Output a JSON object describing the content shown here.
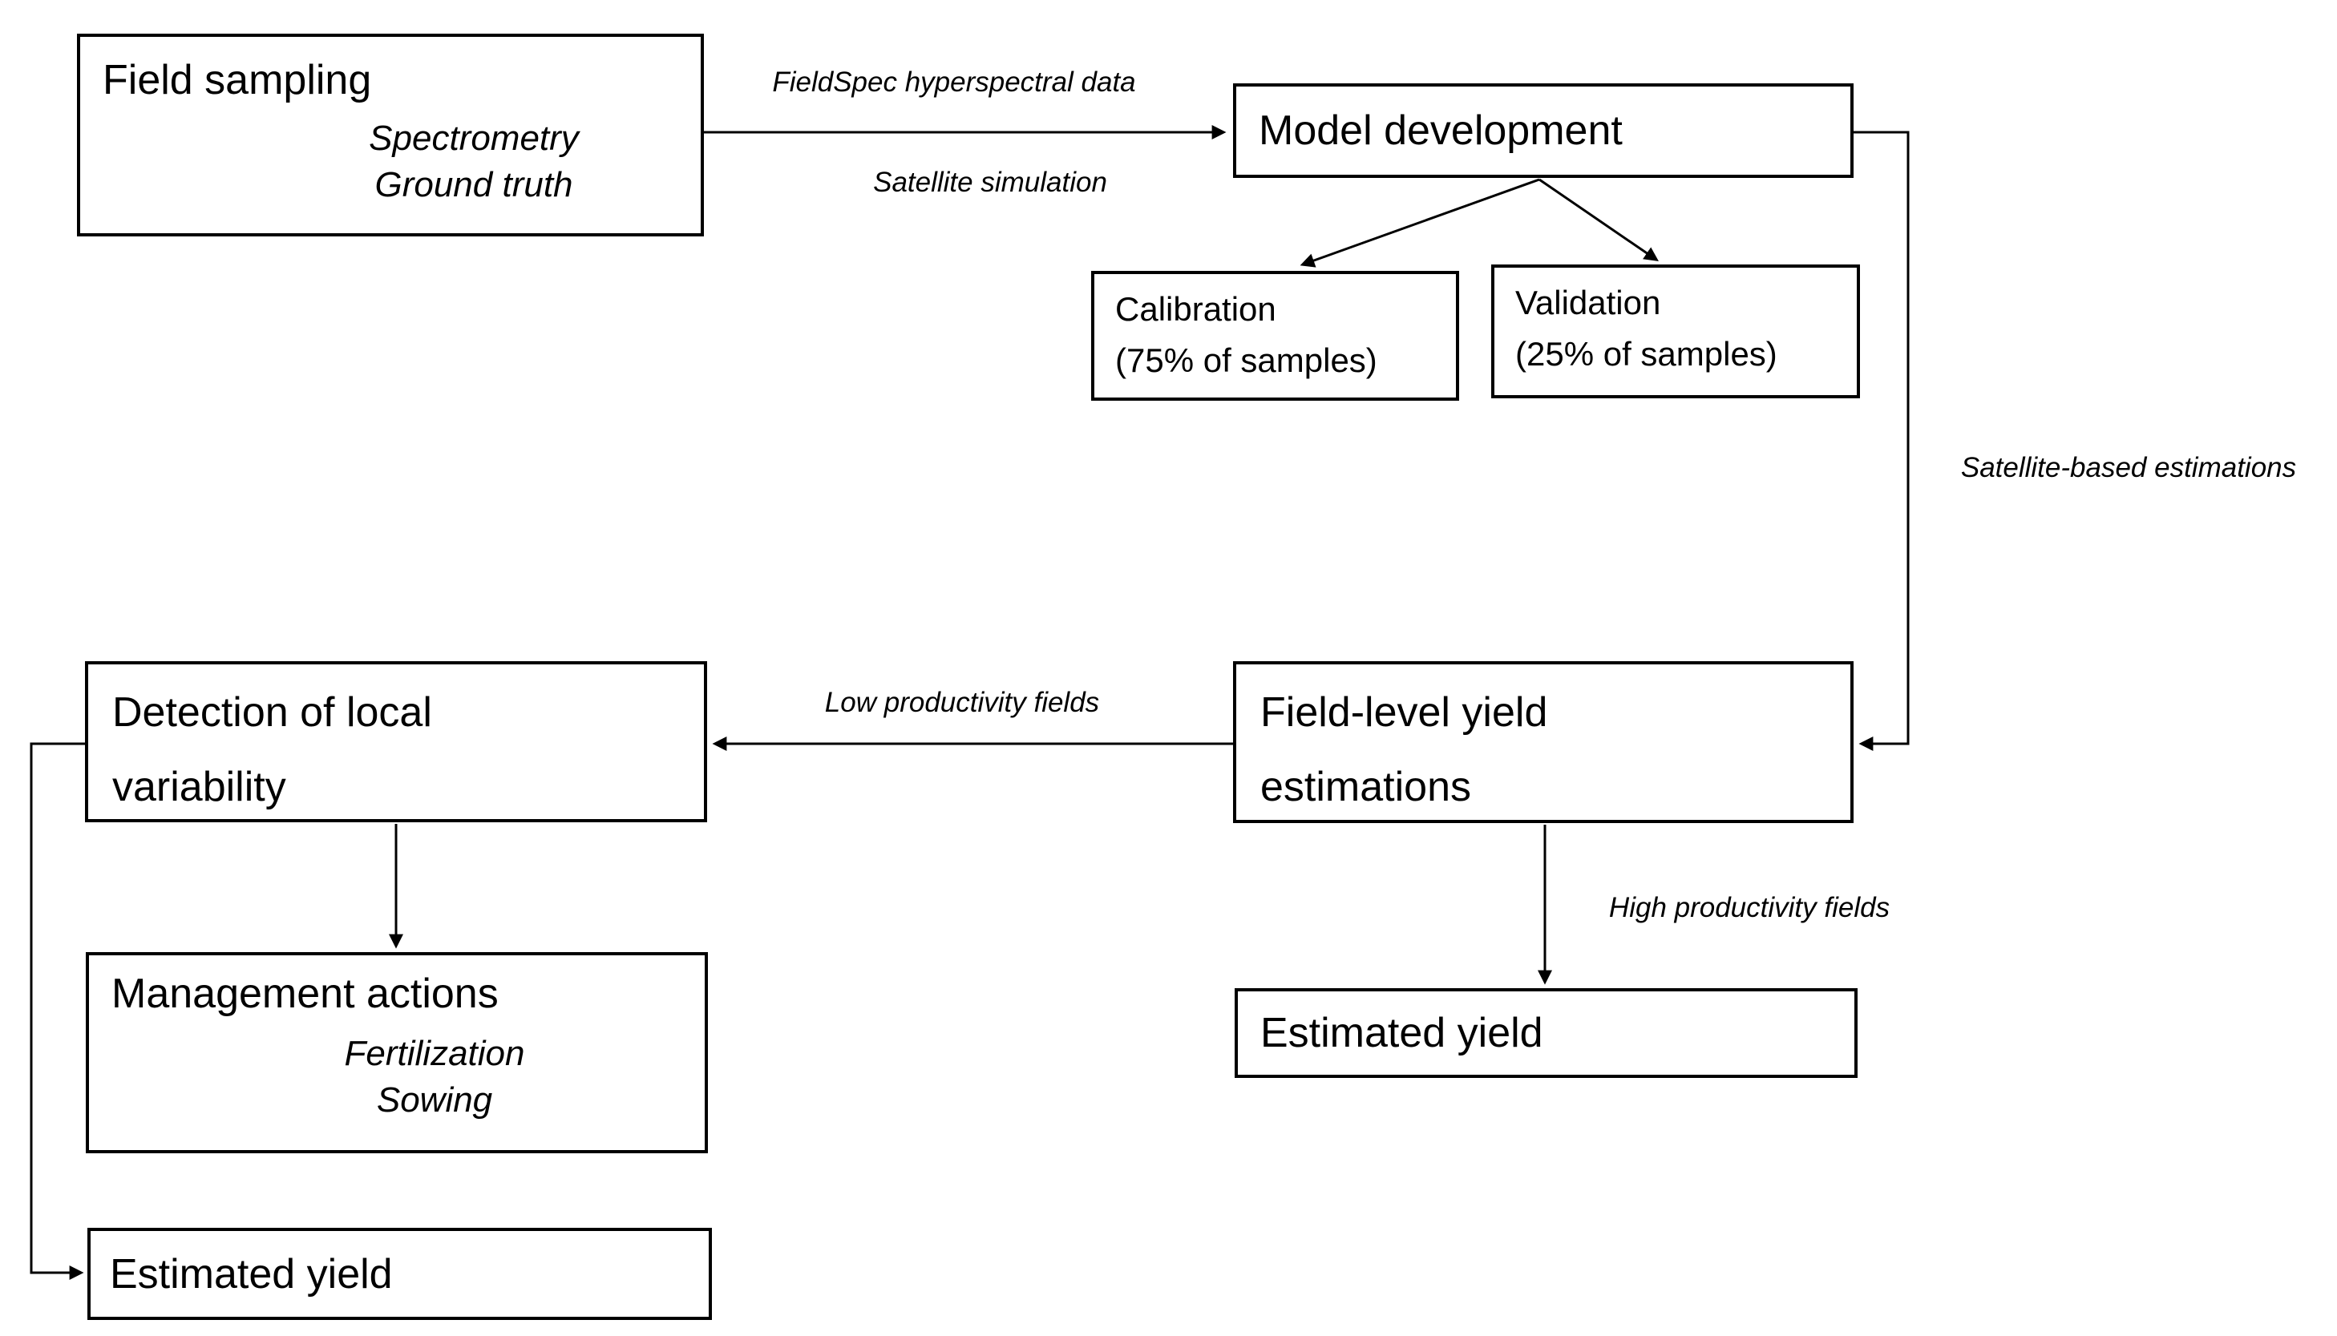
{
  "diagram": {
    "colors": {
      "background": "#ffffff",
      "stroke": "#000000",
      "text": "#000000"
    },
    "boxes": {
      "field_sampling": {
        "title": "Field sampling",
        "details": [
          "Spectrometry",
          "Ground truth"
        ]
      },
      "model_development": {
        "title": "Model development"
      },
      "calibration": {
        "lines": [
          "Calibration",
          "(75% of samples)"
        ]
      },
      "validation": {
        "lines": [
          "Validation",
          "(25% of samples)"
        ]
      },
      "field_level_yield": {
        "lines": [
          "Field-level yield",
          "estimations"
        ]
      },
      "detection_local_variability": {
        "lines": [
          "Detection of local",
          "variability"
        ]
      },
      "management_actions": {
        "title": "Management actions",
        "details": [
          "Fertilization",
          "Sowing"
        ]
      },
      "estimated_yield_right": {
        "title": "Estimated yield"
      },
      "estimated_yield_left": {
        "title": "Estimated yield"
      }
    },
    "edge_labels": {
      "fieldspec_data": "FieldSpec hyperspectral data",
      "satellite_simulation": "Satellite simulation",
      "satellite_based_estimations": "Satellite-based estimations",
      "low_productivity": "Low productivity fields",
      "high_productivity": "High productivity fields"
    }
  }
}
